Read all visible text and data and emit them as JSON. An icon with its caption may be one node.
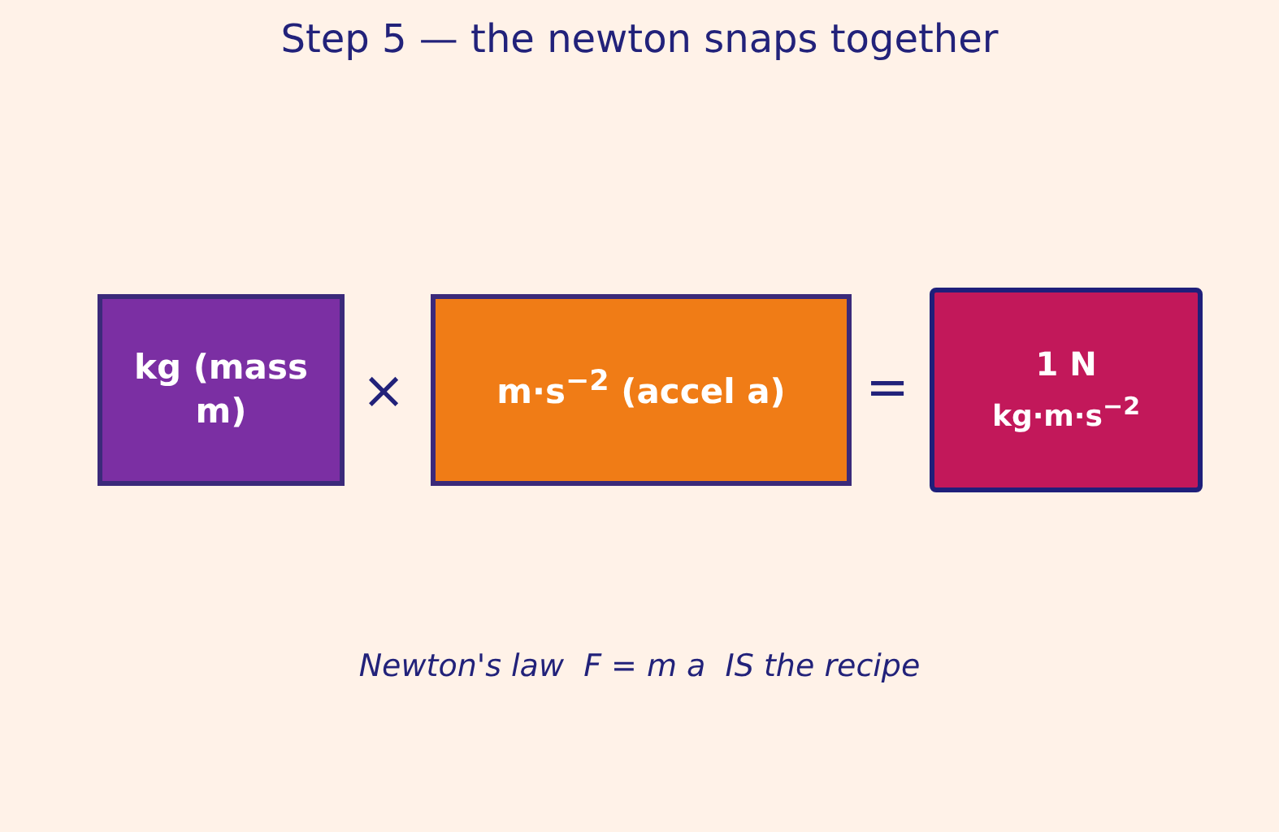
{
  "diagram": {
    "title": "Step 5 — the newton snaps together",
    "caption": "Newton's law  F = m a  IS the recipe",
    "nodes": [
      {
        "text": [
          "kg (mass m)"
        ]
      },
      {
        "text": [
          "m·s$^{−2}$ (accel a)"
        ]
      },
      {
        "text": [
          "1 N",
          "kg·m·s$^{−2}$"
        ]
      }
    ],
    "edges": [],
    "labels": [
      "×",
      "="
    ]
  }
}
